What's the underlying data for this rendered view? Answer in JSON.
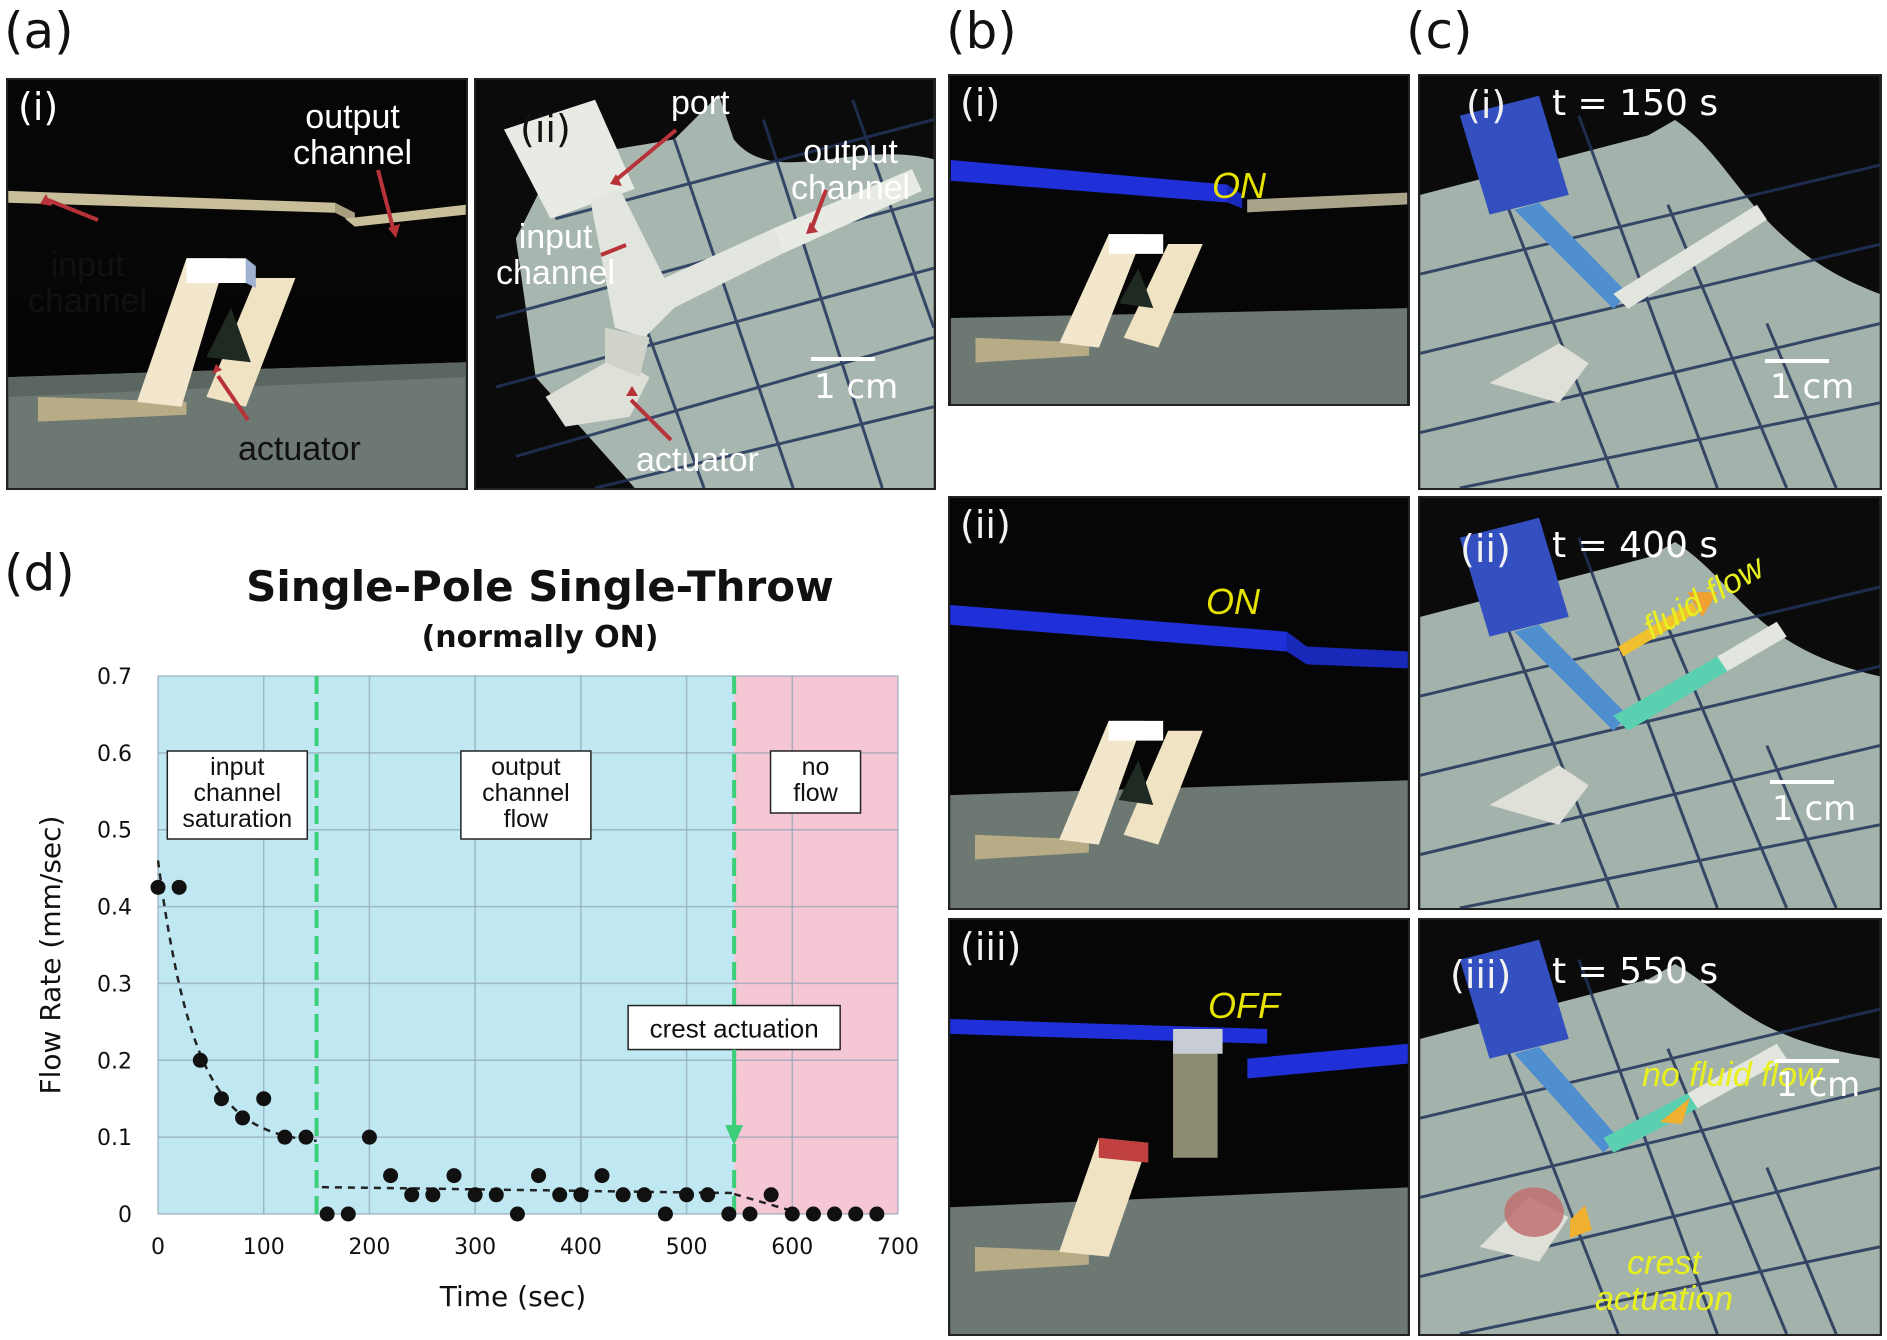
{
  "panels": {
    "a": "(a)",
    "b": "(b)",
    "c": "(c)",
    "d": "(d)"
  },
  "panel_a": {
    "i": {
      "sub": "(i)",
      "output_channel": "output\nchannel",
      "input_channel": "input\nchannel",
      "actuator": "actuator"
    },
    "ii": {
      "sub": "(ii)",
      "port": "port",
      "output_channel": "output\nchannel",
      "input_channel": "input\nchannel",
      "actuator": "actuator",
      "scale": "1 cm"
    }
  },
  "panel_b": {
    "i": {
      "sub": "(i)",
      "state": "ON"
    },
    "ii": {
      "sub": "(ii)",
      "state": "ON"
    },
    "iii": {
      "sub": "(iii)",
      "state": "OFF"
    }
  },
  "panel_c": {
    "i": {
      "sub": "(i)",
      "time": "t =  150 s",
      "scale": "1 cm"
    },
    "ii": {
      "sub": "(ii)",
      "time": "t =  400 s",
      "flow": "fluid flow",
      "scale": "1 cm"
    },
    "iii": {
      "sub": "(iii)",
      "time": "t =  550 s",
      "no_flow": "no fluid flow",
      "crest": "crest\nactuation",
      "scale": "1 cm"
    }
  },
  "chart_data": {
    "type": "scatter",
    "title": "Single-Pole Single-Throw",
    "subtitle": "(normally ON)",
    "xlabel": "Time (sec)",
    "ylabel": "Flow Rate (mm/sec)",
    "xlim": [
      0,
      700
    ],
    "ylim": [
      0,
      0.7
    ],
    "xticks": [
      0,
      100,
      200,
      300,
      400,
      500,
      600,
      700
    ],
    "yticks": [
      0,
      0.1,
      0.2,
      0.3,
      0.4,
      0.5,
      0.6,
      0.7
    ],
    "ytick_labels": [
      "0",
      "0.1",
      "0.2",
      "0.3",
      "0.4",
      "0.5",
      "0.6",
      "0.7"
    ],
    "grid": true,
    "regions": [
      {
        "label": "input\nchannel\nsaturation",
        "x": [
          0,
          150
        ],
        "color": "#bfe8f2"
      },
      {
        "label": "output\nchannel\nflow",
        "x": [
          150,
          545
        ],
        "color": "#bfe8f2"
      },
      {
        "label": "no\nflow",
        "x": [
          545,
          700
        ],
        "color": "#f5c6d4"
      }
    ],
    "dividers": [
      150,
      545
    ],
    "annotation": {
      "text": "crest actuation",
      "x": 545
    },
    "series": [
      {
        "x": [
          0,
          20,
          40,
          60,
          80,
          100,
          120,
          140,
          160,
          180,
          200,
          220,
          240,
          260,
          280,
          300,
          320,
          340,
          360,
          380,
          400,
          420,
          440,
          460,
          480,
          500,
          520,
          540,
          560,
          580,
          600,
          620,
          640,
          660,
          680
        ],
        "y": [
          0.425,
          0.425,
          0.2,
          0.15,
          0.125,
          0.15,
          0.1,
          0.1,
          0,
          0,
          0.1,
          0.05,
          0.025,
          0.025,
          0.05,
          0.025,
          0.025,
          0,
          0.05,
          0.025,
          0.025,
          0.05,
          0.025,
          0.025,
          0,
          0.025,
          0.025,
          0,
          0,
          0.025,
          0,
          0,
          0,
          0,
          0
        ]
      }
    ]
  }
}
